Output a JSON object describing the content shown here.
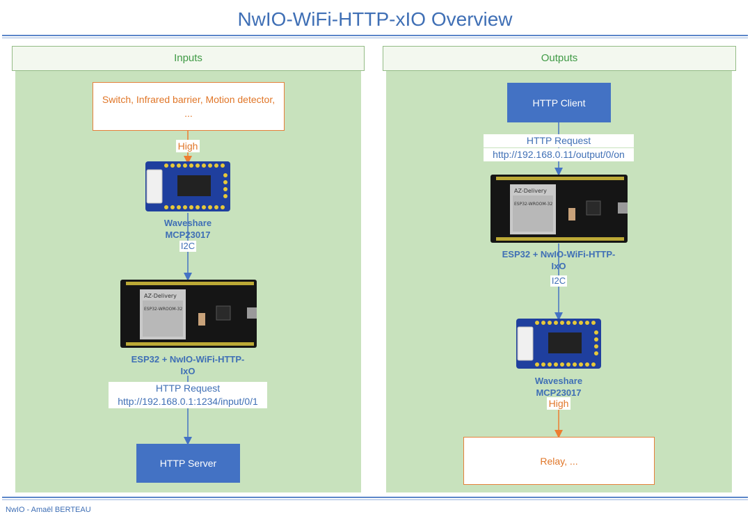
{
  "title": "NwIO-WiFi-HTTP-xIO Overview",
  "footer": "NwIO - Amaël BERTEAU",
  "colors": {
    "blue_line": "#4472c4",
    "orange_line": "#ed7d31",
    "panel_green": "#c8e2bd"
  },
  "inputs": {
    "header": "Inputs",
    "source_box": "Switch, Infrared barrier, Motion detector, ...",
    "signal_label": "High",
    "mcp_name_line1": "Waveshare",
    "mcp_name_line2": "MCP23017",
    "bus_label": "I2C",
    "esp_name_line1": "ESP32 + NwIO-WiFi-HTTP-",
    "esp_name_line2": "IxO",
    "request_title": "HTTP Request",
    "request_url": "http://192.168.0.1:1234/input/0/1",
    "server_box": "HTTP Server"
  },
  "outputs": {
    "header": "Outputs",
    "client_box": "HTTP Client",
    "request_title": "HTTP Request",
    "request_url": "http://192.168.0.11/output/0/on",
    "esp_name_line1": "ESP32 + NwIO-WiFi-HTTP-",
    "esp_name_line2": "IxO",
    "bus_label": "I2C",
    "mcp_name_line1": "Waveshare",
    "mcp_name_line2": "MCP23017",
    "signal_label": "High",
    "target_box": "Relay, ..."
  },
  "esp_board": {
    "brand": "AZ-Delivery",
    "module": "ESP32-WROOM-32"
  }
}
